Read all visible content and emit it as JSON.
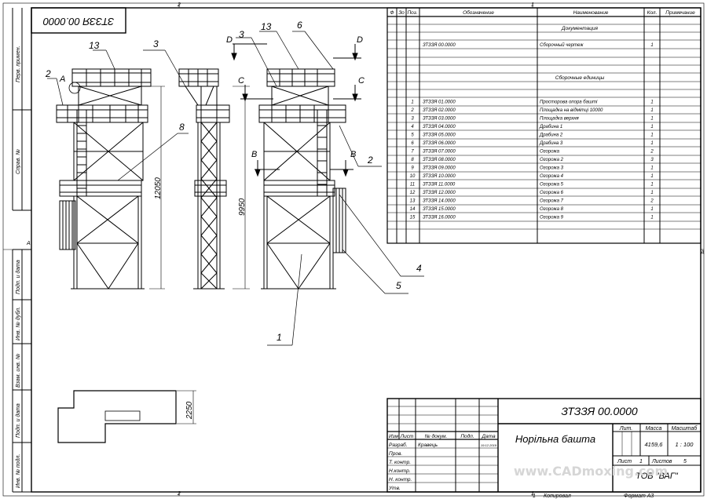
{
  "sheet": {
    "zone_labels": {
      "top_left": "2",
      "top_mid": "1",
      "bottom_left": "2",
      "bottom_mid": "1",
      "left_a": "A",
      "right_a": "A"
    },
    "stamp_number_mirrored": "ЗТЗЗЯ 00.0000",
    "side_labels": [
      "Перв. примен.",
      "Справ. №",
      "Подп. и дата",
      "Инв. № дубл.",
      "Взам. инв. №",
      "Подп. и дата",
      "Инв. № подл."
    ]
  },
  "drawing": {
    "callouts": {
      "c13a": "13",
      "c3a": "3",
      "c2": "2",
      "cA": "A",
      "c8": "8",
      "c12050": "12050",
      "c9950": "9950",
      "cD1": "D",
      "cD2": "D",
      "c3b": "3",
      "c13b": "13",
      "c6": "6",
      "cC1": "C",
      "cC2": "C",
      "cB1": "B",
      "cB2": "B",
      "c2b": "2",
      "c4": "4",
      "c5": "5",
      "c1": "1",
      "c2250": "2250"
    }
  },
  "spec": {
    "headers": {
      "format": "Ф",
      "zone": "Зо",
      "pos": "Поз.",
      "designation": "Обозначение",
      "name": "Наименование",
      "qty": "Кол.",
      "note": "Примечание"
    },
    "section_docs": "Документация",
    "doc_row": {
      "designation": "ЗТЗЗЯ 00.0000",
      "name": "Сборочный чертеж",
      "qty": "1"
    },
    "section_units": "Сборочные единицы",
    "rows": [
      {
        "pos": "1",
        "designation": "ЗТЗЗЯ 01.0000",
        "name": "Просторова опора башті",
        "qty": "1"
      },
      {
        "pos": "2",
        "designation": "ЗТЗЗЯ 02.0000",
        "name": "Площадка на відмітці 10000",
        "qty": "1"
      },
      {
        "pos": "3",
        "designation": "ЗТЗЗЯ 03.0000",
        "name": "Площадка верхня",
        "qty": "1"
      },
      {
        "pos": "4",
        "designation": "ЗТЗЗЯ 04.0000",
        "name": "Драбина 1",
        "qty": "1"
      },
      {
        "pos": "5",
        "designation": "ЗТЗЗЯ 05.0000",
        "name": "Драбина 2",
        "qty": "1"
      },
      {
        "pos": "6",
        "designation": "ЗТЗЗЯ 06.0000",
        "name": "Драбина 3",
        "qty": "1"
      },
      {
        "pos": "7",
        "designation": "ЗТЗЗЯ 07.0000",
        "name": "Огорожа",
        "qty": "2"
      },
      {
        "pos": "8",
        "designation": "ЗТЗЗЯ 08.0000",
        "name": "Огорожа 2",
        "qty": "3"
      },
      {
        "pos": "9",
        "designation": "ЗТЗЗЯ 09.0000",
        "name": "Огорожа 3",
        "qty": "1"
      },
      {
        "pos": "10",
        "designation": "ЗТЗЗЯ 10.0000",
        "name": "Огорожа 4",
        "qty": "1"
      },
      {
        "pos": "11",
        "designation": "ЗТЗЗЯ 11.0000",
        "name": "Огорожа 5",
        "qty": "1"
      },
      {
        "pos": "12",
        "designation": "ЗТЗЗЯ 12.0000",
        "name": "Огорожа 6",
        "qty": "1"
      },
      {
        "pos": "13",
        "designation": "ЗТЗЗЯ 14.0000",
        "name": "Огорожа 7",
        "qty": "2"
      },
      {
        "pos": "14",
        "designation": "ЗТЗЗЯ 15.0000",
        "name": "Огорожа 8",
        "qty": "1"
      },
      {
        "pos": "15",
        "designation": "ЗТЗЗЯ 16.0000",
        "name": "Огорожа 9",
        "qty": "1"
      }
    ]
  },
  "titleblock": {
    "number": "ЗТЗЗЯ 00.0000",
    "title": "Норільна башта",
    "col_labels": {
      "izm": "Изм",
      "list": "Лист",
      "doc": "№ докум.",
      "sign": "Подп.",
      "date": "Дата"
    },
    "roles": {
      "razrab": "Разраб.",
      "prov": "Пров.",
      "tkontr": "Т. контр.",
      "nkontr_top": "Н.контр.",
      "nkontr": "Н. контр.",
      "utv": "Утв."
    },
    "author": "Кравець",
    "date": "19.12.2019",
    "lit_label": "Лит.",
    "mass_label": "Масса",
    "scale_label": "Масштаб",
    "mass": "4159,6",
    "scale": "1 : 100",
    "sheet_label": "Лист",
    "sheet_num": "1",
    "sheets_label": "Листов",
    "sheets_num": "5",
    "org": "ТОВ \"ВАГ\"",
    "watermark": "www.CADmoxing.com",
    "bottom_1": "1",
    "copied": "Копировал",
    "format": "Формат А3"
  }
}
